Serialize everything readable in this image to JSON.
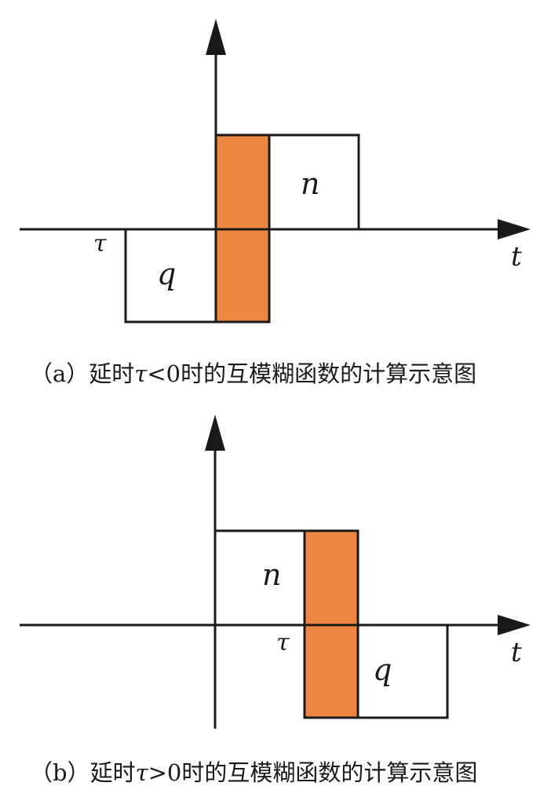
{
  "colors": {
    "line": "#1a1a1a",
    "overlap_fill": "#EE8741",
    "background": "#ffffff"
  },
  "panels": [
    {
      "id": "a",
      "labels": {
        "time_axis": "t",
        "delay": "τ",
        "upper_pulse": "n",
        "lower_pulse": "q"
      },
      "caption": {
        "prefix": "（a）延时",
        "tau": "τ",
        "suffix": "<0时的互模糊函数的计算示意图"
      }
    },
    {
      "id": "b",
      "labels": {
        "time_axis": "t",
        "delay": "τ",
        "upper_pulse": "n",
        "lower_pulse": "q"
      },
      "caption": {
        "prefix": "（b）延时",
        "tau": "τ",
        "suffix": ">0时的互模糊函数的计算示意图"
      }
    }
  ]
}
